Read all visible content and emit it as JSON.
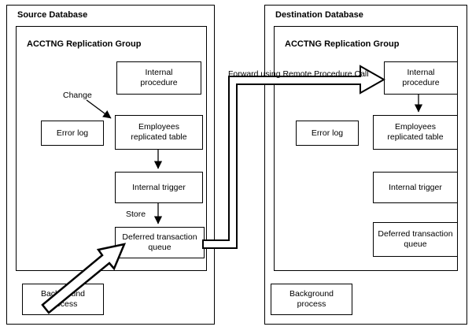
{
  "source": {
    "title": "Source Database",
    "group_title": "ACCTNG Replication Group",
    "nodes": {
      "internal_procedure": "Internal\nprocedure",
      "error_log": "Error log",
      "employees_table": "Employees\nreplicated table",
      "internal_trigger": "Internal trigger",
      "deferred_queue": "Deferred transaction\nqueue",
      "background_process": "Background\nprocess"
    },
    "annotations": {
      "change": "Change",
      "store": "Store"
    }
  },
  "destination": {
    "title": "Destination Database",
    "group_title": "ACCTNG Replication Group",
    "nodes": {
      "internal_procedure": "Internal\nprocedure",
      "error_log": "Error log",
      "employees_table": "Employees\nreplicated table",
      "internal_trigger": "Internal trigger",
      "deferred_queue": "Deferred transaction\nqueue",
      "background_process": "Background\nprocess"
    }
  },
  "connector_label": "Forward using Remote Procedure Call",
  "colors": {
    "line": "#000000",
    "box_fill": "#ffffff"
  }
}
